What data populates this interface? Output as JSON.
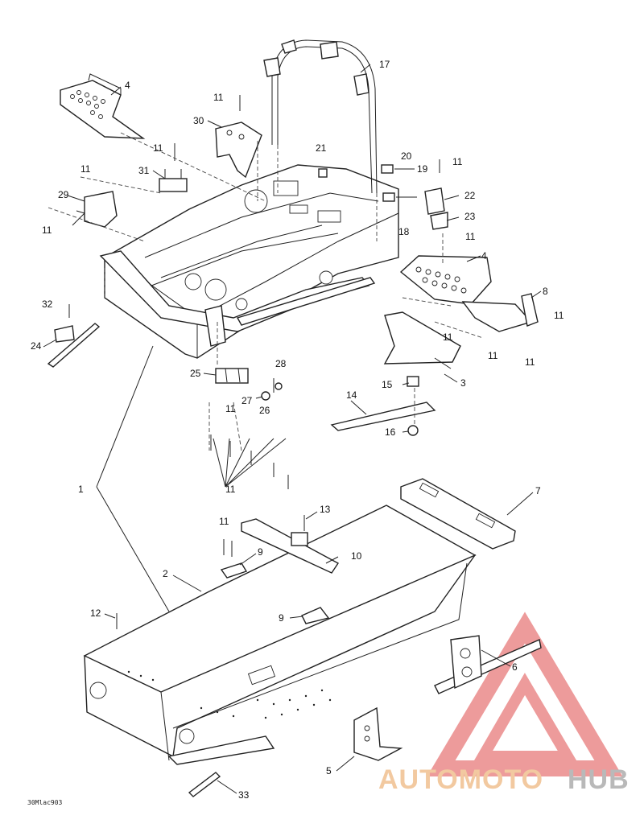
{
  "diagram_code": "30Mlac903",
  "watermark": {
    "part1": "AUTOMOTO",
    "part2": "HUB",
    "color_main": "#f2c9a0",
    "color_accent": "#b9b9b9",
    "triangle_color": "#e87a7a"
  },
  "callouts": {
    "c1": "1",
    "c2": "2",
    "c3": "3",
    "c4a": "4",
    "c4b": "4",
    "c5": "5",
    "c6": "6",
    "c7": "7",
    "c8": "8",
    "c9a": "9",
    "c9b": "9",
    "c10": "10",
    "c11a": "11",
    "c11b": "11",
    "c11c": "11",
    "c11d": "11",
    "c11e": "11",
    "c11f": "11",
    "c11g": "11",
    "c11h": "11",
    "c11i": "11",
    "c11j": "11",
    "c11k": "11",
    "c11l": "11",
    "c11m": "11",
    "c12": "12",
    "c13": "13",
    "c14": "14",
    "c15": "15",
    "c16": "16",
    "c17": "17",
    "c18": "18",
    "c19": "19",
    "c20": "20",
    "c21": "21",
    "c22": "22",
    "c23": "23",
    "c24": "24",
    "c25": "25",
    "c26": "26",
    "c27": "27",
    "c28": "28",
    "c29": "29",
    "c30": "30",
    "c31": "31",
    "c32": "32",
    "c33": "33"
  }
}
